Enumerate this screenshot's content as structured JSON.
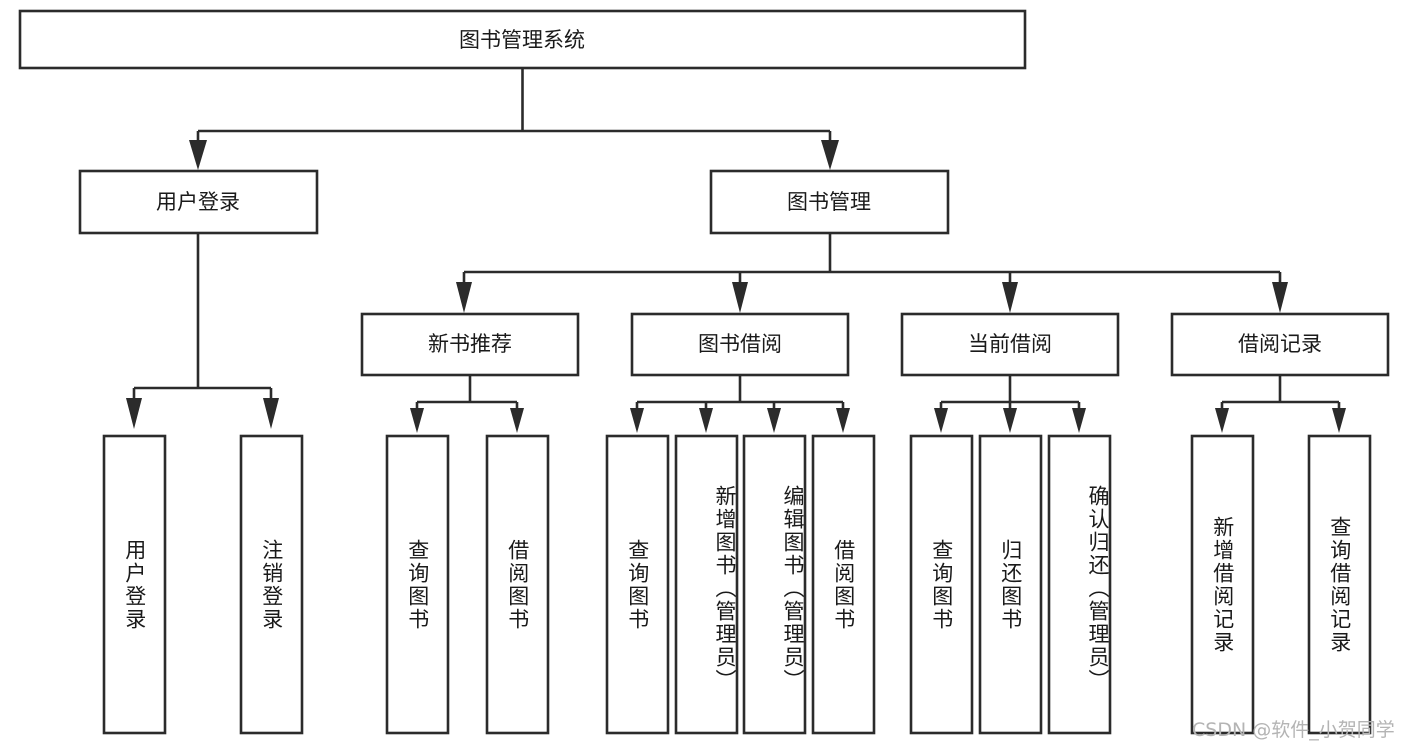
{
  "diagram": {
    "title": "图书管理系统",
    "type": "tree-hierarchy-diagram",
    "root": {
      "label": "图书管理系统"
    },
    "level2": [
      {
        "label": "用户登录"
      },
      {
        "label": "图书管理"
      }
    ],
    "level3": [
      {
        "label": "新书推荐"
      },
      {
        "label": "图书借阅"
      },
      {
        "label": "当前借阅"
      },
      {
        "label": "借阅记录"
      }
    ],
    "leaves": {
      "user_login": [
        {
          "label": "用户登录"
        },
        {
          "label": "注销登录"
        }
      ],
      "new_book_recommend": [
        {
          "label": "查询图书"
        },
        {
          "label": "借阅图书"
        }
      ],
      "book_borrow": [
        {
          "label": "查询图书"
        },
        {
          "label": "新增图书（管理员）"
        },
        {
          "label": "编辑图书（管理员）"
        },
        {
          "label": "借阅图书"
        }
      ],
      "current_borrow": [
        {
          "label": "查询图书"
        },
        {
          "label": "归还图书"
        },
        {
          "label": "确认归还（管理员）"
        }
      ],
      "borrow_records": [
        {
          "label": "新增借阅记录"
        },
        {
          "label": "查询借阅记录"
        }
      ]
    }
  },
  "watermark": {
    "text": "CSDN @软件_小贺同学"
  },
  "colors": {
    "background": "#ffffff",
    "box_stroke": "#2b2b2b",
    "box_fill": "#ffffff",
    "text": "#1a1a1a",
    "watermark": "#b4b4b4"
  }
}
